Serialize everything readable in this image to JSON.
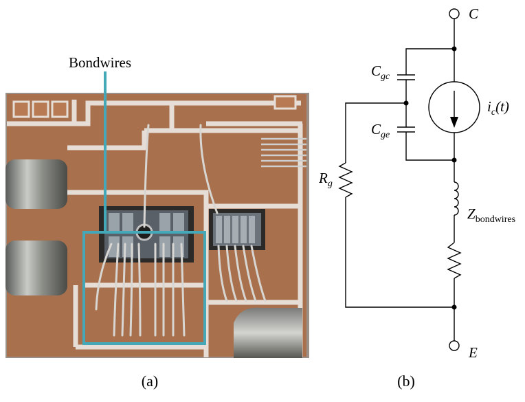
{
  "panel_a": {
    "label": "(a)",
    "callout": "Bondwires",
    "highlight_color": "#45a8b8",
    "substrate_color": "#a8704c"
  },
  "panel_b": {
    "label": "(b)",
    "node_c": "C",
    "node_e": "E",
    "cap_gc": {
      "main": "C",
      "sub": "gc"
    },
    "cap_ge": {
      "main": "C",
      "sub": "ge"
    },
    "source": {
      "main": "i",
      "sub": "c",
      "arg": "(t)"
    },
    "res_g": {
      "main": "R",
      "sub": "g"
    },
    "z_bond": {
      "main": "Z",
      "sub": "bondwires"
    }
  }
}
